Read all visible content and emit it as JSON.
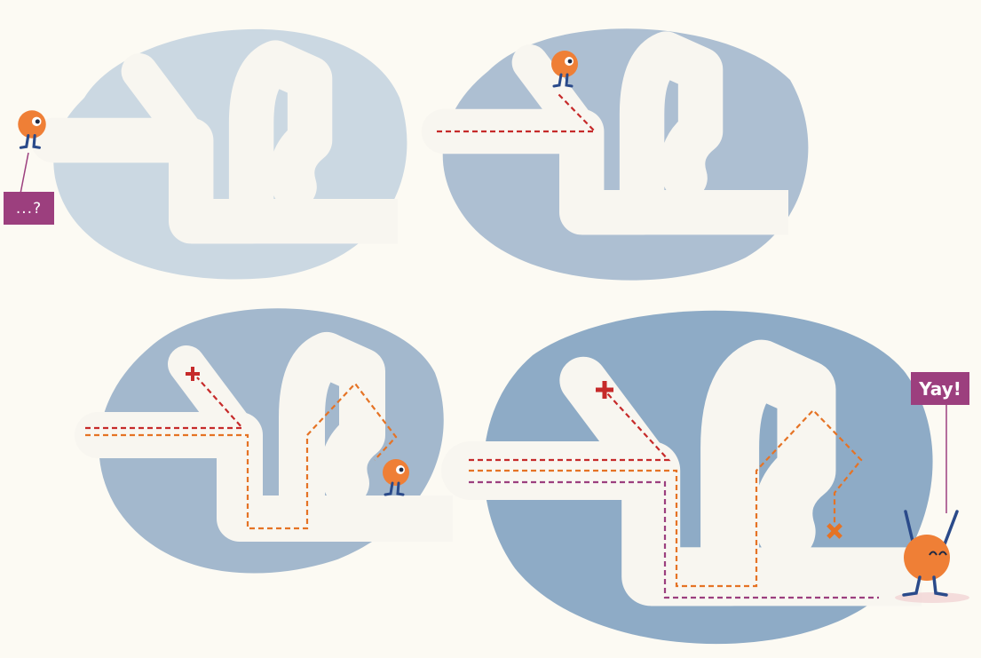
{
  "panels": [
    {
      "id": 1,
      "label": "...?"
    },
    {
      "id": 2
    },
    {
      "id": 3
    },
    {
      "id": 4,
      "label": "Yay!"
    }
  ],
  "labels": {
    "thinking": "...?",
    "success": "Yay!"
  },
  "colors": {
    "background": "#fcfaf3",
    "blob_1": "#cbd8e2",
    "blob_2": "#adbfd2",
    "blob_3": "#a3b8cd",
    "blob_4": "#8eabc6",
    "path": "#f8f6f0",
    "route_dead_end": "#c62a2a",
    "route_loop": "#e57325",
    "route_success": "#9c3f7e",
    "character": "#ef7f36",
    "label_box": "#9c3f7e"
  },
  "icons": [
    "character-icon",
    "dead-end-plus-icon",
    "dead-end-x-icon"
  ]
}
